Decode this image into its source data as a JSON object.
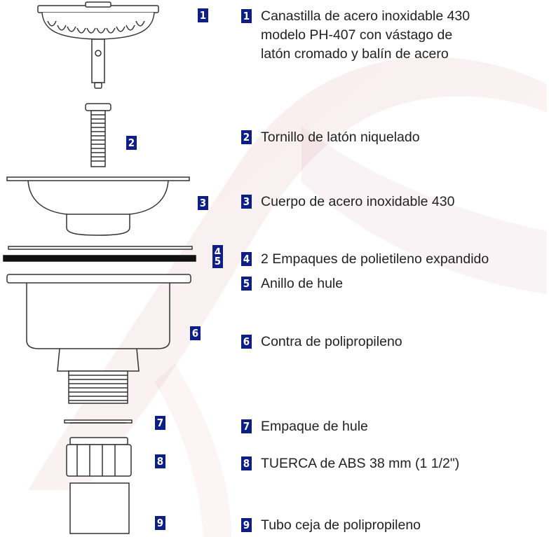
{
  "colors": {
    "badge": "#0d1f86",
    "badge_text": "#ffffff",
    "text": "#222222",
    "line_art": "#333333",
    "watermark": "#b0384e"
  },
  "parts": [
    {
      "number": "1",
      "lines": [
        "Canastilla de acero inoxidable 430",
        "modelo PH-407 con vástago de",
        "latón cromado y balín de acero"
      ]
    },
    {
      "number": "2",
      "lines": [
        "Tornillo de latón niquelado"
      ]
    },
    {
      "number": "3",
      "lines": [
        "Cuerpo de acero inoxidable 430"
      ]
    },
    {
      "number": "4",
      "lines": [
        "2 Empaques de polietileno expandido"
      ]
    },
    {
      "number": "5",
      "lines": [
        "Anillo de hule"
      ]
    },
    {
      "number": "6",
      "lines": [
        "Contra de polipropileno"
      ]
    },
    {
      "number": "7",
      "lines": [
        "Empaque de hule"
      ]
    },
    {
      "number": "8",
      "lines": [
        "TUERCA de ABS 38 mm (1 1/2\")"
      ]
    },
    {
      "number": "9",
      "lines": [
        "Tubo ceja de polipropileno"
      ]
    }
  ]
}
